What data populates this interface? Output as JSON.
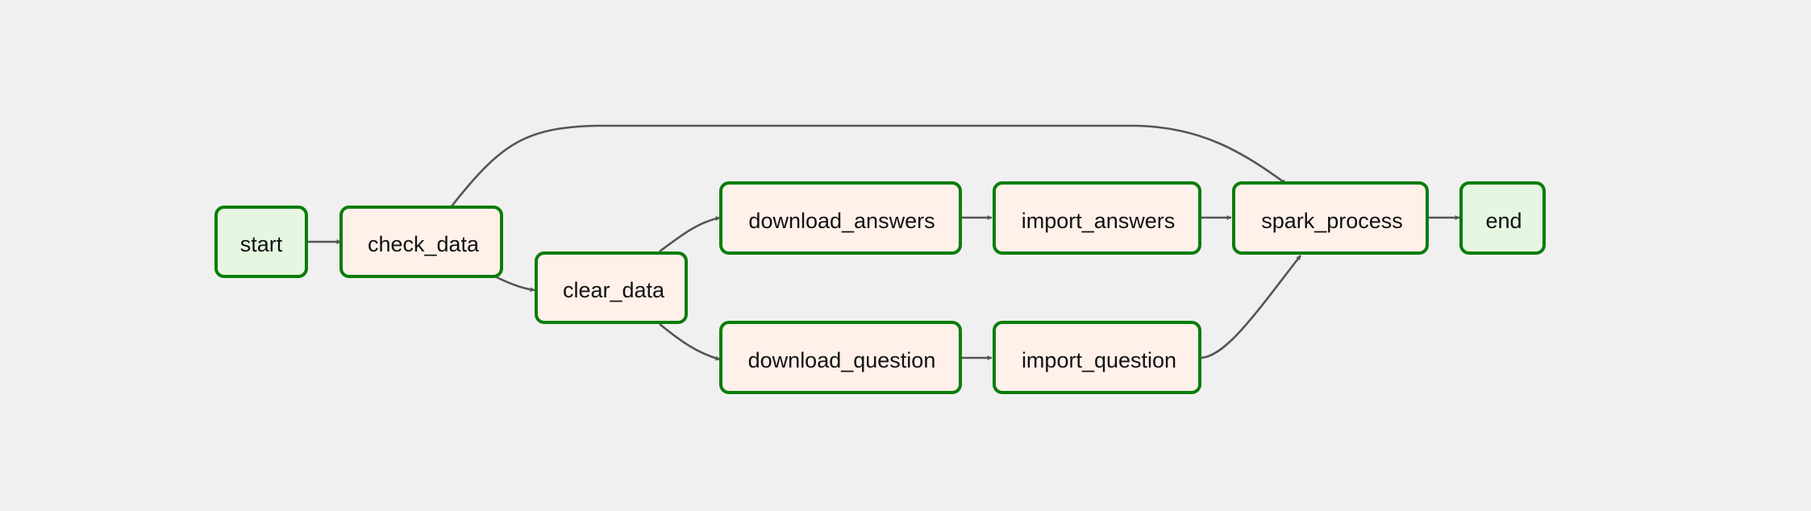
{
  "graph": {
    "nodes": [
      {
        "id": "start",
        "label": "start",
        "kind": "dummy"
      },
      {
        "id": "check_data",
        "label": "check_data",
        "kind": "task"
      },
      {
        "id": "clear_data",
        "label": "clear_data",
        "kind": "task"
      },
      {
        "id": "download_answers",
        "label": "download_answers",
        "kind": "task"
      },
      {
        "id": "download_question",
        "label": "download_question",
        "kind": "task"
      },
      {
        "id": "import_answers",
        "label": "import_answers",
        "kind": "task"
      },
      {
        "id": "import_question",
        "label": "import_question",
        "kind": "task"
      },
      {
        "id": "spark_process",
        "label": "spark_process",
        "kind": "task"
      },
      {
        "id": "end",
        "label": "end",
        "kind": "dummy"
      }
    ],
    "edges": [
      {
        "from": "start",
        "to": "check_data"
      },
      {
        "from": "check_data",
        "to": "spark_process"
      },
      {
        "from": "check_data",
        "to": "clear_data"
      },
      {
        "from": "clear_data",
        "to": "download_answers"
      },
      {
        "from": "clear_data",
        "to": "download_question"
      },
      {
        "from": "download_answers",
        "to": "import_answers"
      },
      {
        "from": "download_question",
        "to": "import_question"
      },
      {
        "from": "import_answers",
        "to": "spark_process"
      },
      {
        "from": "import_question",
        "to": "spark_process"
      },
      {
        "from": "spark_process",
        "to": "end"
      }
    ]
  },
  "colors": {
    "background": "#f0f0f0",
    "node_border": "#0a7d0a",
    "task_fill": "#fff0ea",
    "dummy_fill": "#e5f6e1",
    "edge": "#555555",
    "text": "#111111"
  }
}
